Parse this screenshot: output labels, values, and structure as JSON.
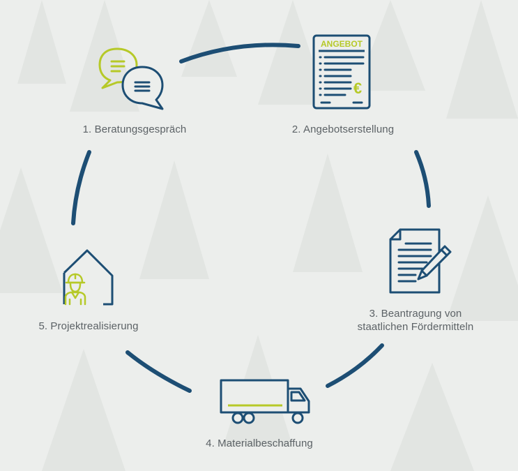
{
  "colors": {
    "navy": "#1d4e74",
    "lime": "#b6c928",
    "label": "#5c6266",
    "background": "#eceeec"
  },
  "steps": [
    {
      "label": "1. Beratungsgespräch",
      "icon": "speech-bubbles-icon"
    },
    {
      "label": "2. Angebotserstellung",
      "icon": "quote-document-icon",
      "doc_heading": "ANGEBOT",
      "currency": "€"
    },
    {
      "label_line1": "3. Beantragung von",
      "label_line2": "staatlichen Fördermitteln",
      "icon": "document-pen-icon"
    },
    {
      "label": "4. Materialbeschaffung",
      "icon": "truck-icon"
    },
    {
      "label": "5. Projektrealisierung",
      "icon": "worker-house-icon"
    }
  ]
}
